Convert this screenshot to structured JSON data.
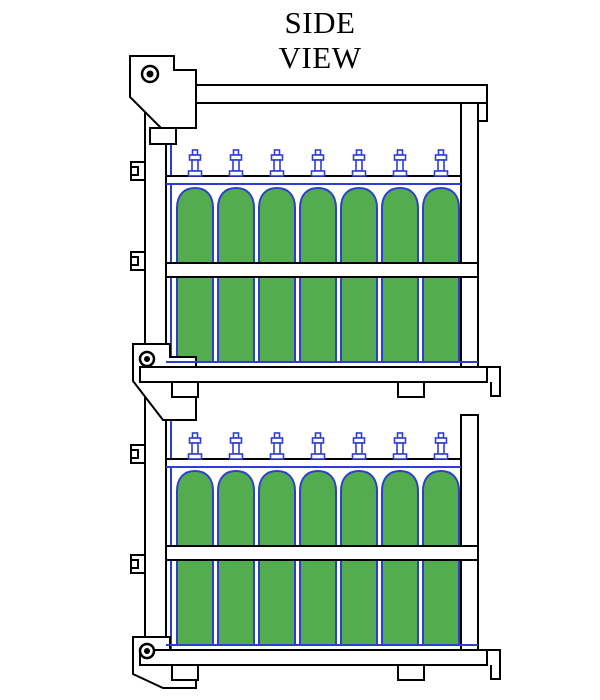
{
  "title": {
    "line1": "SIDE",
    "line2": "VIEW"
  },
  "diagram": {
    "description": "Side view technical drawing of two stacked gas-cylinder rack pallets with lifting lugs",
    "tiers": [
      {
        "name": "upper rack",
        "cylinder_count": 7
      },
      {
        "name": "lower rack",
        "cylinder_count": 7
      }
    ],
    "colors": {
      "cylinder_fill": "#53ad4f",
      "outline": "#000000",
      "accent_blue": "#2e3fd0",
      "background": "#ffffff"
    }
  }
}
